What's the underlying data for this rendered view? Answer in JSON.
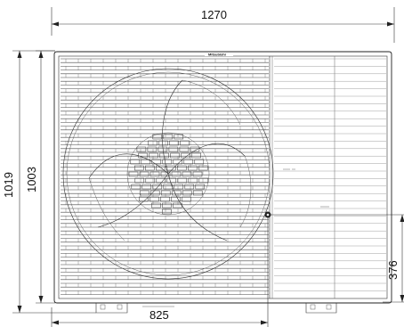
{
  "drawing": {
    "dimensions": {
      "overall_width": "1270",
      "overall_height": "1019",
      "body_height": "1003",
      "fan_center_height": "376",
      "fan_center_offset": "825"
    },
    "brand_label": "Mitsubishi"
  }
}
